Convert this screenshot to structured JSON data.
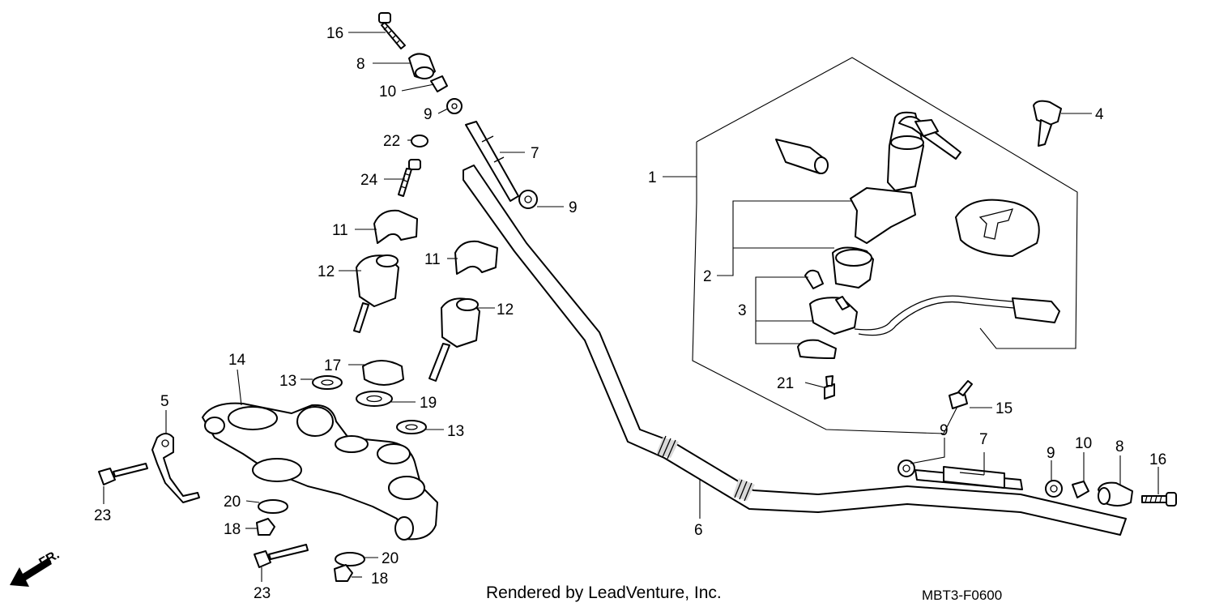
{
  "diagram": {
    "callouts": [
      {
        "id": "c16a",
        "text": "16"
      },
      {
        "id": "c8a",
        "text": "8"
      },
      {
        "id": "c10a",
        "text": "10"
      },
      {
        "id": "c9a",
        "text": "9"
      },
      {
        "id": "c22",
        "text": "22"
      },
      {
        "id": "c7a",
        "text": "7"
      },
      {
        "id": "c24",
        "text": "24"
      },
      {
        "id": "c9b",
        "text": "9"
      },
      {
        "id": "c11a",
        "text": "11"
      },
      {
        "id": "c11b",
        "text": "11"
      },
      {
        "id": "c12a",
        "text": "12"
      },
      {
        "id": "c12b",
        "text": "12"
      },
      {
        "id": "c14",
        "text": "14"
      },
      {
        "id": "c17",
        "text": "17"
      },
      {
        "id": "c13a",
        "text": "13"
      },
      {
        "id": "c19",
        "text": "19"
      },
      {
        "id": "c13b",
        "text": "13"
      },
      {
        "id": "c5",
        "text": "5"
      },
      {
        "id": "c23a",
        "text": "23"
      },
      {
        "id": "c20a",
        "text": "20"
      },
      {
        "id": "c18a",
        "text": "18"
      },
      {
        "id": "c20b",
        "text": "20"
      },
      {
        "id": "c18b",
        "text": "18"
      },
      {
        "id": "c23b",
        "text": "23"
      },
      {
        "id": "c1",
        "text": "1"
      },
      {
        "id": "c2",
        "text": "2"
      },
      {
        "id": "c3",
        "text": "3"
      },
      {
        "id": "c4",
        "text": "4"
      },
      {
        "id": "c21",
        "text": "21"
      },
      {
        "id": "c15",
        "text": "15"
      },
      {
        "id": "c6",
        "text": "6"
      },
      {
        "id": "c9c",
        "text": "9"
      },
      {
        "id": "c7b",
        "text": "7"
      },
      {
        "id": "c9d",
        "text": "9"
      },
      {
        "id": "c10b",
        "text": "10"
      },
      {
        "id": "c8b",
        "text": "8"
      },
      {
        "id": "c16b",
        "text": "16"
      }
    ],
    "front_marker": "FR.",
    "credit": "Rendered by LeadVenture, Inc.",
    "diagram_code": "MBT3-F0600"
  }
}
